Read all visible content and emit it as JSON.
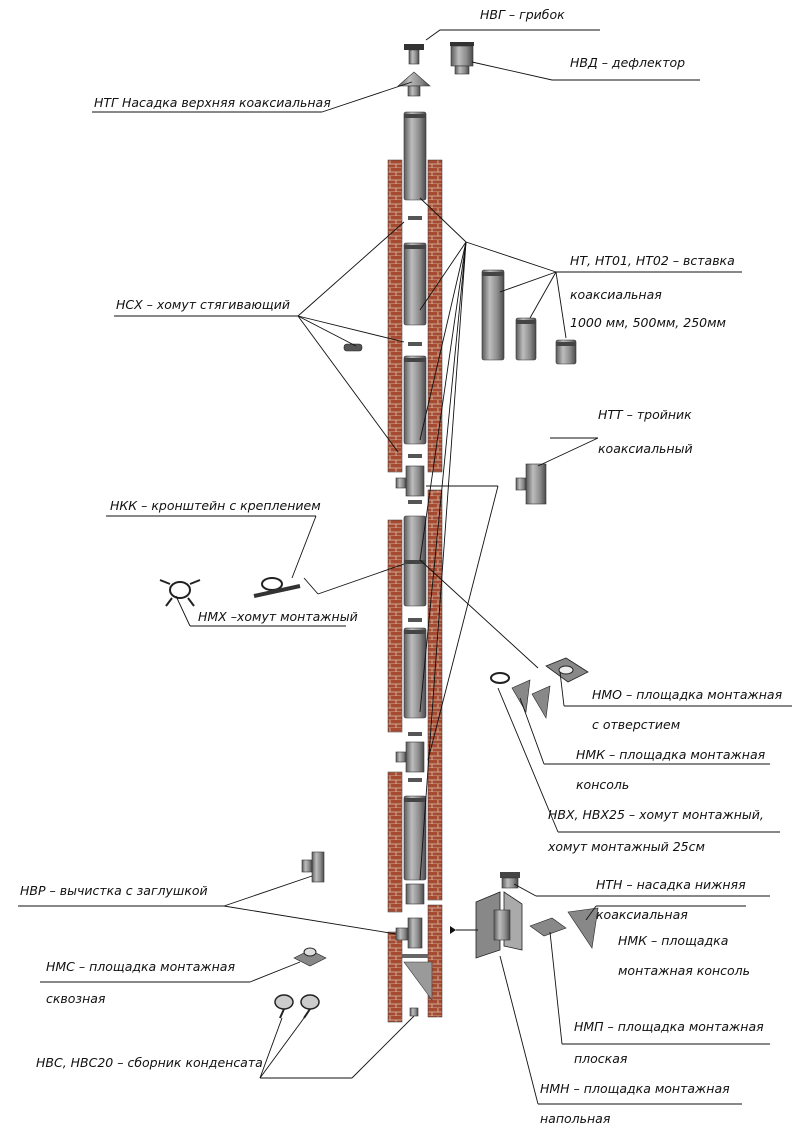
{
  "labels": {
    "nvg": "НВГ – грибок",
    "nvd": "НВД – дефлектор",
    "ntg": "НТГ  Насадка верхняя коаксиальная",
    "nt_1": "НТ, НТ01, НТ02 – вставка",
    "nt_2": "коаксиальная",
    "nt_3": "1000 мм, 500мм, 250мм",
    "nsx": "НСХ – хомут стягивающий",
    "ntt_1": "НТТ – тройник",
    "ntt_2": "коаксиальный",
    "nkk": "НКК – кронштейн с креплением",
    "nmx": "НМХ –хомут монтажный",
    "nmo_1": "НМО – площадка монтажная",
    "nmo_2": "с отверстием",
    "nmk_1": "НМК – площадка монтажная",
    "nmk_2": "консоль",
    "nvx_1": "НВХ, НВХ25 – хомут монтажный,",
    "nvx_2": "хомут монтажный 25см",
    "nvr": "НВР – вычистка с заглушкой",
    "ntn_1": "НТН – насадка нижняя",
    "ntn_2": "коаксиальная",
    "nmc_1": "НМС – площадка монтажная",
    "nmc_2": "сквозная",
    "nmk2_1": "НМК – площадка",
    "nmk2_2": "монтажная консоль",
    "nmp_1": "НМП – площадка монтажная",
    "nmp_2": "плоская",
    "nvs": "НВС, НВС20 – сборник конденсата",
    "nmn_1": "НМН – площадка монтажная",
    "nmn_2": "напольная"
  },
  "colors": {
    "brick": "#a64b32",
    "brick_mortar": "#d9c2b0",
    "pipe": "#9a9a9a",
    "pipe_dark": "#444444",
    "line": "#111111"
  }
}
